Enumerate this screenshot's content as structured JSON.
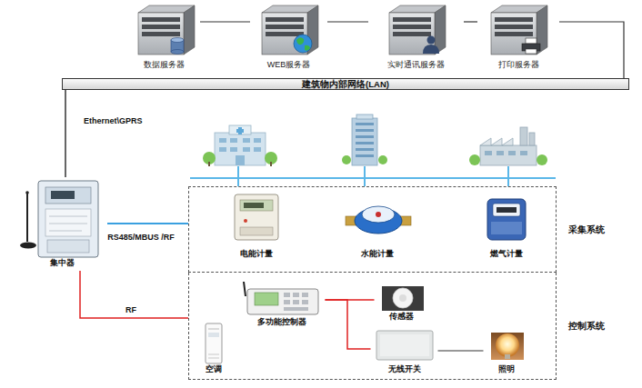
{
  "diagram": {
    "nodes": [
      {
        "text": [
          "数据服务器"
        ]
      },
      {
        "text": [
          "WEB服务器"
        ]
      },
      {
        "text": [
          "实时通讯服务器"
        ]
      },
      {
        "text": [
          "打印服务器"
        ]
      },
      {
        "text": [
          "建筑物内部网络(LAN)"
        ]
      },
      {
        "text": [
          "集中器"
        ]
      },
      {
        "text": [
          "采集系统"
        ]
      },
      {
        "text": [
          "电能计量"
        ],
        "in": 6
      },
      {
        "text": [
          "水能计量"
        ],
        "in": 6
      },
      {
        "text": [
          "燃气计量"
        ],
        "in": 6
      },
      {
        "text": [
          "控制系统"
        ]
      },
      {
        "text": [
          "多功能控制器"
        ],
        "in": 10
      },
      {
        "text": [
          "传感器"
        ],
        "in": 10
      },
      {
        "text": [
          "空调"
        ],
        "in": 10
      },
      {
        "text": [
          "无线开关"
        ],
        "in": 10
      },
      {
        "text": [
          "照明"
        ],
        "in": 10
      }
    ],
    "edges": [
      {
        "from": 0,
        "to": 1,
        "arrow": "none"
      },
      {
        "from": 1,
        "to": 2,
        "arrow": "none"
      },
      {
        "from": 2,
        "to": 3,
        "arrow": "none"
      },
      {
        "from": 3,
        "to": 4,
        "arrow": "none"
      },
      {
        "from": 5,
        "to": 4,
        "label": "Ethernet\\GPRS",
        "arrow": "none"
      },
      {
        "from": 5,
        "to": 6,
        "label": "RS485/MBUS /RF",
        "arrow": "none"
      },
      {
        "from": 5,
        "to": 10,
        "label": "RF",
        "arrow": "none"
      },
      {
        "from": 11,
        "to": 12,
        "arrow": "none"
      },
      {
        "from": 11,
        "to": 14,
        "arrow": "none"
      },
      {
        "from": 14,
        "to": 15,
        "arrow": "none"
      }
    ]
  }
}
